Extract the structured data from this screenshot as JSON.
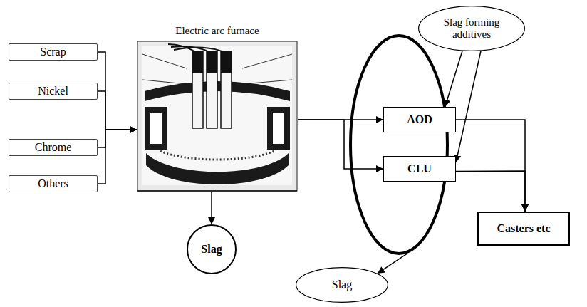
{
  "diagram": {
    "nodes": [
      {
        "text": [
          "Scrap"
        ]
      },
      {
        "text": [
          "Nickel"
        ]
      },
      {
        "text": [
          "Chrome"
        ]
      },
      {
        "text": [
          "Others"
        ]
      },
      {
        "text": [
          "Electric arc furnace"
        ]
      },
      {
        "text": [
          "Slag"
        ]
      },
      {
        "text": [
          "Slag forming additives"
        ]
      },
      {
        "text": []
      },
      {
        "text": [
          "AOD"
        ],
        "in": 7
      },
      {
        "text": [
          "CLU"
        ],
        "in": 7
      },
      {
        "text": [
          "Casters etc"
        ]
      },
      {
        "text": [
          "Slag"
        ]
      }
    ],
    "edges": [
      {
        "from": 0,
        "to": 4,
        "arrow": "to"
      },
      {
        "from": 1,
        "to": 4,
        "arrow": "to"
      },
      {
        "from": 2,
        "to": 4,
        "arrow": "to"
      },
      {
        "from": 3,
        "to": 4,
        "arrow": "to"
      },
      {
        "from": 4,
        "to": 5,
        "arrow": "to"
      },
      {
        "from": 4,
        "to": 8,
        "arrow": "to"
      },
      {
        "from": 4,
        "to": 9,
        "arrow": "to"
      },
      {
        "from": 6,
        "to": 8,
        "arrow": "to"
      },
      {
        "from": 6,
        "to": 9,
        "arrow": "to"
      },
      {
        "from": 8,
        "to": 10,
        "arrow": "to"
      },
      {
        "from": 9,
        "to": 10,
        "arrow": "to"
      },
      {
        "from": 7,
        "to": 11,
        "arrow": "to"
      }
    ]
  }
}
